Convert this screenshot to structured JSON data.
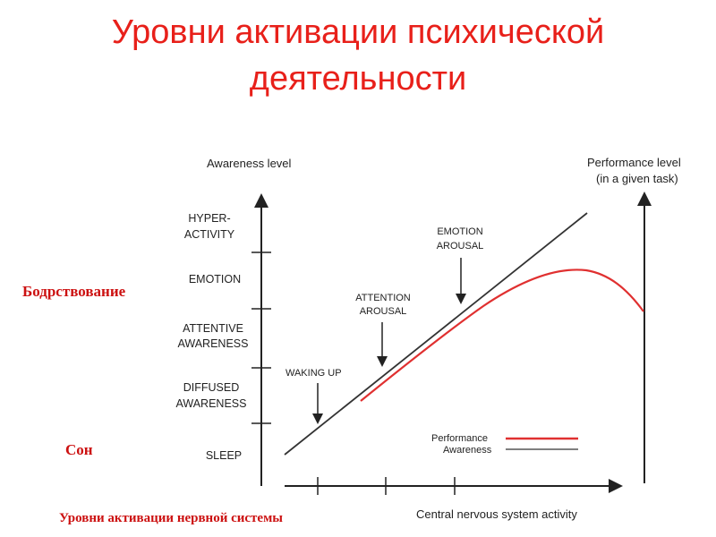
{
  "title": {
    "line1": "Уровни активации психической",
    "line2": "деятельности"
  },
  "side_labels": {
    "wakefulness": "Бодрствование",
    "sleep": "Сон",
    "nervous_system": "Уровни активации нервной системы"
  },
  "diagram": {
    "left_axis_label": "Awareness level",
    "right_axis_label_line1": "Performance level",
    "right_axis_label_line2": "(in a given task)",
    "x_axis_label": "Central nervous system activity",
    "levels": [
      {
        "line1": "HYPER-",
        "line2": "ACTIVITY"
      },
      {
        "line1": "EMOTION",
        "line2": ""
      },
      {
        "line1": "ATTENTIVE",
        "line2": "AWARENESS"
      },
      {
        "line1": "DIFFUSED",
        "line2": "AWARENESS"
      },
      {
        "line1": "SLEEP",
        "line2": ""
      }
    ],
    "annotations": {
      "waking_up": "WAKING UP",
      "attention_line1": "ATTENTION",
      "attention_line2": "AROUSAL",
      "emotion_line1": "EMOTION",
      "emotion_line2": "AROUSAL"
    },
    "legend": {
      "performance": "Performance",
      "awareness": "Awareness"
    },
    "colors": {
      "performance": "#e03030",
      "awareness": "#333333",
      "title": "#e8201a",
      "side_labels": "#cc1111"
    }
  }
}
